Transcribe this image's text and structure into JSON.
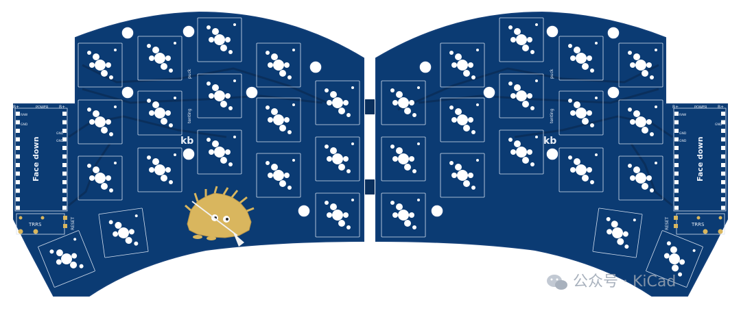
{
  "board": {
    "colors": {
      "pcb": "#0b3b73",
      "pcb_edge": "#123f78",
      "trace": "#0a2f5c",
      "silk": "#d8e2f0",
      "pad": "#ffffff",
      "mascot": "#d9b65e"
    },
    "left": {
      "mcu_label": "Face down",
      "power_label": "POWER",
      "bplus_left": "B+",
      "bplus_right": "B+",
      "raw_label": "RAW",
      "gnd_label": "GND",
      "gnd_label2": "GND",
      "gnd_label3": "GND",
      "trrs_label": "TRRS",
      "reset_label": "RESET",
      "puck_label": "puck",
      "tenting_label": "tenting",
      "logo": "kb"
    },
    "right": {
      "mcu_label": "Face down",
      "power_label": "POWER",
      "bplus_left": "B+",
      "bplus_right": "B+",
      "raw_label": "RAW",
      "gnd_label": "GND",
      "gnd_label2": "GND",
      "gnd_label3": "GND",
      "trrs_label": "TRRS",
      "reset_label": "RESET",
      "puck_label": "puck",
      "tenting_label": "tenting",
      "logo": "kb"
    }
  },
  "watermark": {
    "text": "公众号 · KiCad",
    "icon": "wechat-icon"
  }
}
